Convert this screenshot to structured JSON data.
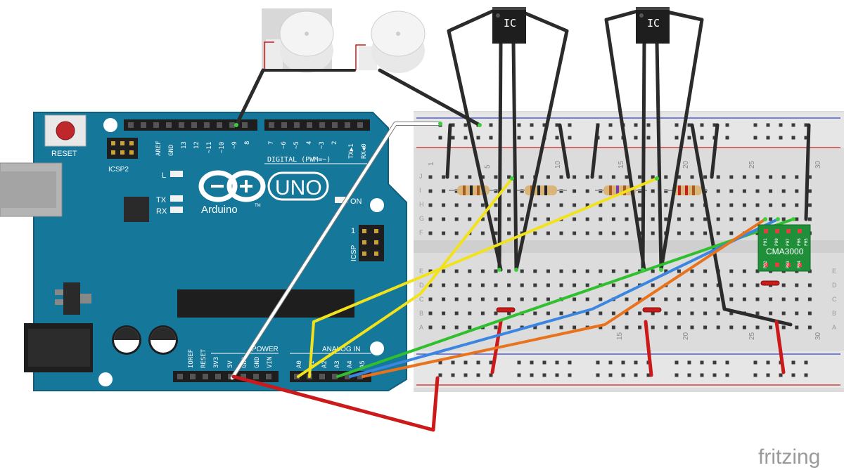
{
  "arduino": {
    "reset_label": "RESET",
    "icsp2_label": "ICSP2",
    "icsp_label": "ICSP",
    "digital_label": "DIGITAL (PWM=~)",
    "power_label": "POWER",
    "analog_label": "ANALOG IN",
    "uno_label": "UNO",
    "brand_label": "Arduino",
    "trademark": "TM",
    "led_l": "L",
    "led_tx": "TX",
    "led_rx": "RX",
    "on_label": "ON",
    "icsp_pin1": "1",
    "digital_pins_left": [
      "AREF",
      "GND",
      "13",
      "12",
      "~11",
      "~10",
      "~9",
      "8"
    ],
    "digital_pins_right": [
      "7",
      "~6",
      "~5",
      "4",
      "~3",
      "2",
      "TX▶1",
      "RX◀0"
    ],
    "power_pins": [
      "IOREF",
      "RESET",
      "3V3",
      "5V",
      "GND",
      "GND",
      "VIN"
    ],
    "analog_pins": [
      "A0",
      "A1",
      "A2",
      "A3",
      "A4",
      "A5"
    ]
  },
  "breadboard": {
    "column_numbers": [
      "1",
      "5",
      "10",
      "15",
      "20",
      "25",
      "30"
    ],
    "row_letters_top": [
      "J",
      "I",
      "H",
      "G",
      "F"
    ],
    "row_letters_bottom": [
      "E",
      "D",
      "C",
      "B",
      "A"
    ]
  },
  "components": {
    "ic_label": "IC",
    "sensor_label": "CMA3000",
    "sensor_pins": [
      "P01",
      "P00",
      "P07",
      "P06",
      "P05",
      "P02",
      "P03",
      "P04"
    ]
  },
  "footer": {
    "logo_text": "fritzing"
  },
  "colors": {
    "board": "#15779a",
    "breadboard": "#dcdcdc",
    "wire_black": "#2b2b2b",
    "wire_red": "#cc1a1a",
    "wire_yellow": "#f2e21b",
    "wire_green": "#2fbf2f",
    "wire_blue": "#3a86e0",
    "wire_orange": "#e8731c",
    "wire_white": "#ffffff",
    "sensor_board": "#1f8f3a"
  }
}
